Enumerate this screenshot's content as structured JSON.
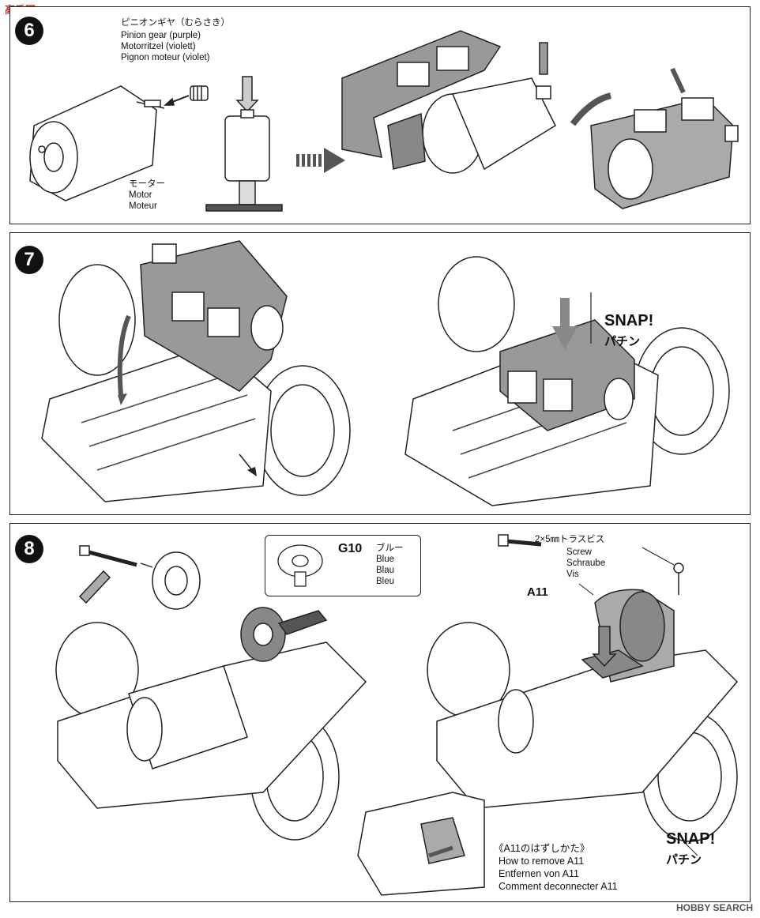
{
  "site_logo": "高手网",
  "watermark": "HOBBY SEARCH",
  "step6": {
    "number": "6",
    "pinion_jp": "ピニオンギヤ（むらさき）",
    "pinion_en": "Pinion gear (purple)",
    "pinion_de": "Motorritzel (violett)",
    "pinion_fr": "Pignon moteur (violet)",
    "motor_jp": "モーター",
    "motor_en": "Motor",
    "motor_fr": "Moteur"
  },
  "step7": {
    "number": "7",
    "snap": "SNAP!",
    "snap_jp": "パチン"
  },
  "step8": {
    "number": "8",
    "part_code": "G10",
    "part_jp": "ブルー",
    "part_en": "Blue",
    "part_de": "Blau",
    "part_fr": "Bleu",
    "screw_jp": "2×5㎜トラスビス",
    "screw_en": "Screw",
    "screw_de": "Schraube",
    "screw_fr": "Vis",
    "part_a11": "A11",
    "snap": "SNAP!",
    "snap_jp": "パチン",
    "remove_jp": "《A11のはずしかた》",
    "remove_en": "How to remove A11",
    "remove_de": "Entfernen von A11",
    "remove_fr": "Comment deconnecter A11"
  }
}
